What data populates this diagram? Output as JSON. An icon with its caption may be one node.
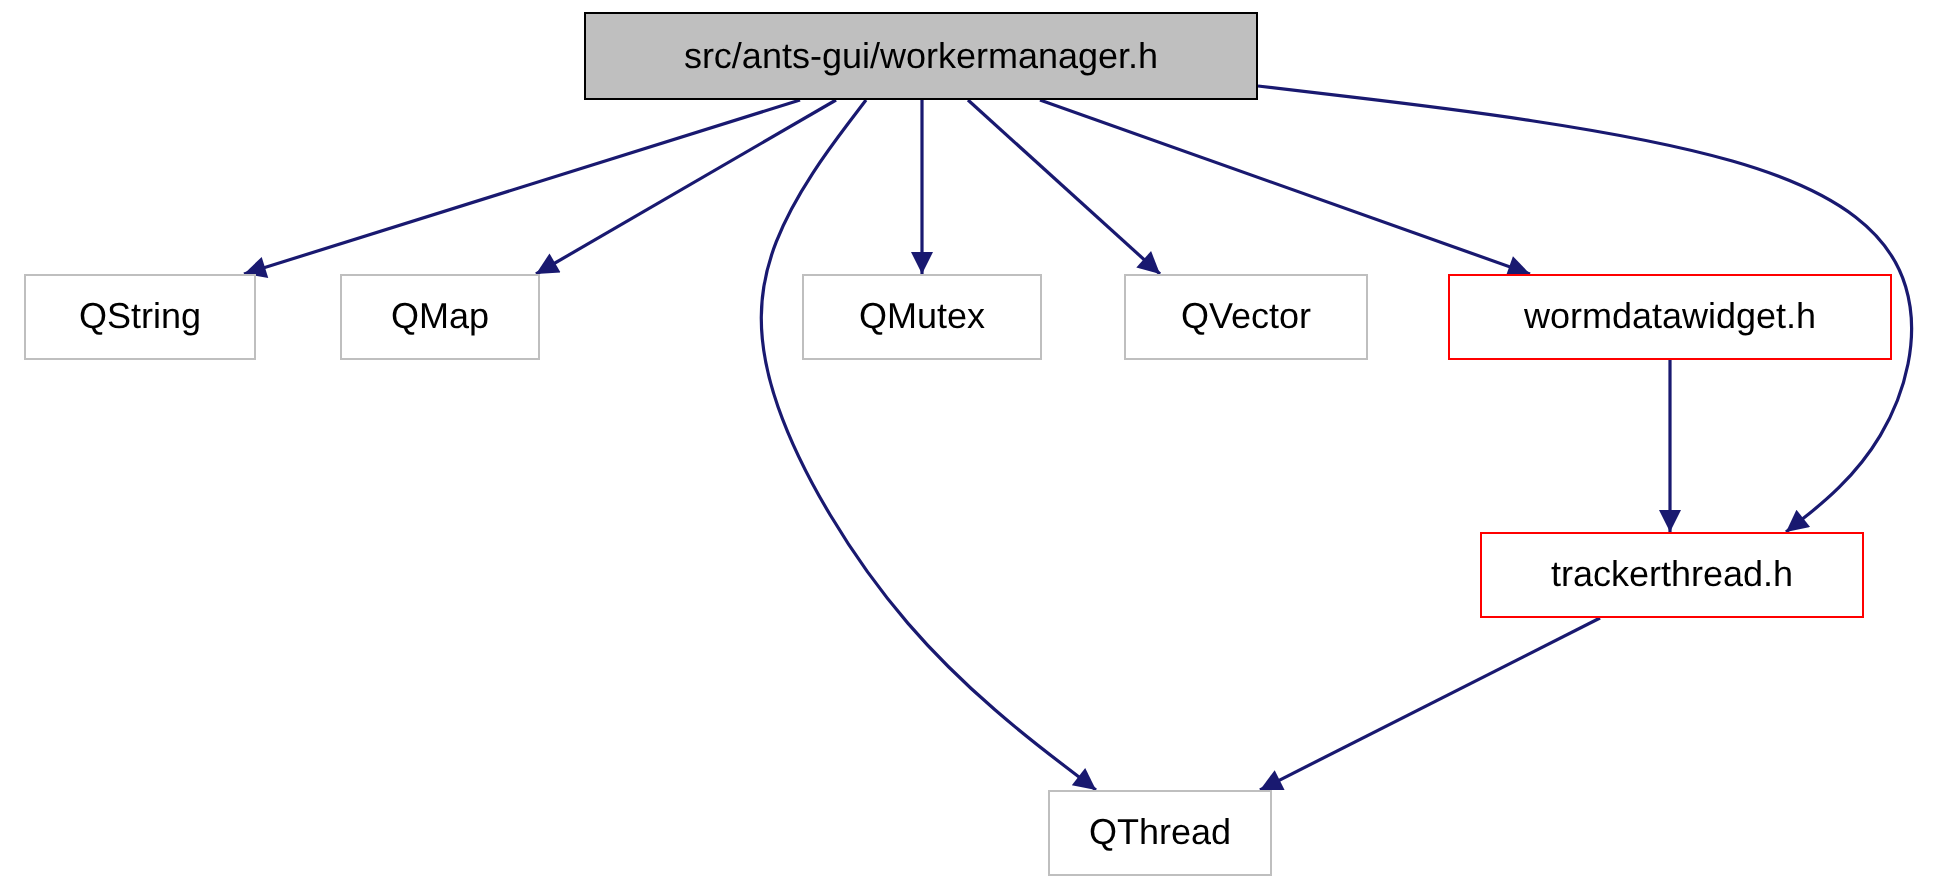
{
  "diagram": {
    "nodes": [
      {
        "text": [
          "src/ants-gui/workermanager.h"
        ]
      },
      {
        "text": [
          "QString"
        ]
      },
      {
        "text": [
          "QMap"
        ]
      },
      {
        "text": [
          "QMutex"
        ]
      },
      {
        "text": [
          "QVector"
        ]
      },
      {
        "text": [
          "wormdatawidget.h"
        ]
      },
      {
        "text": [
          "trackerthread.h"
        ]
      },
      {
        "text": [
          "QThread"
        ]
      }
    ],
    "edges": [
      {
        "from": 0,
        "to": 1,
        "arrow": "to"
      },
      {
        "from": 0,
        "to": 2,
        "arrow": "to"
      },
      {
        "from": 0,
        "to": 7,
        "arrow": "to"
      },
      {
        "from": 0,
        "to": 3,
        "arrow": "to"
      },
      {
        "from": 0,
        "to": 4,
        "arrow": "to"
      },
      {
        "from": 0,
        "to": 5,
        "arrow": "to"
      },
      {
        "from": 0,
        "to": 6,
        "arrow": "to"
      },
      {
        "from": 5,
        "to": 6,
        "arrow": "to"
      },
      {
        "from": 6,
        "to": 7,
        "arrow": "to"
      }
    ]
  }
}
